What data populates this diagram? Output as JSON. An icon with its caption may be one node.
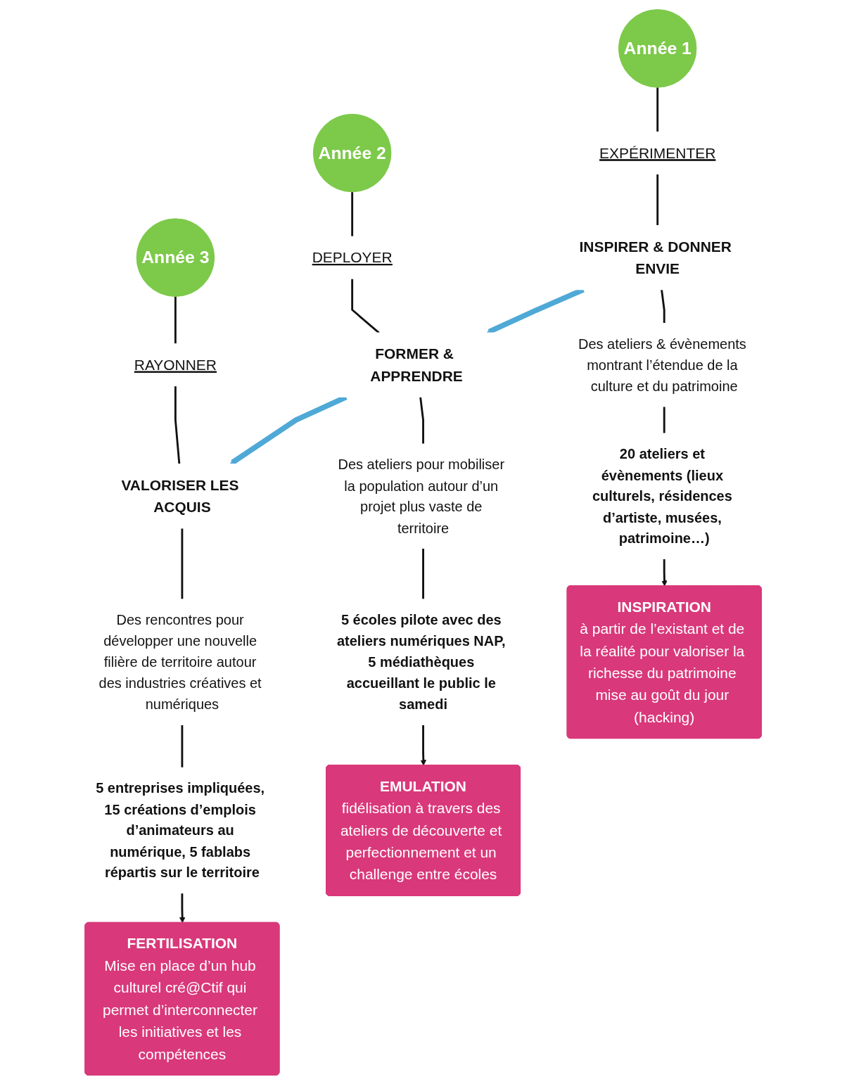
{
  "diagram": {
    "nodes": [
      {
        "text": [
          "Année 1"
        ]
      },
      {
        "text": [
          "Année 2"
        ]
      },
      {
        "text": [
          "Année 3"
        ]
      },
      {
        "text": [
          "EXPÉRIMENTER"
        ]
      },
      {
        "text": [
          "DEPLOYER"
        ]
      },
      {
        "text": [
          "RAYONNER"
        ]
      },
      {
        "text": [
          "INSPIRER & DONNER ENVIE"
        ]
      },
      {
        "text": [
          "FORMER & APPRENDRE"
        ]
      },
      {
        "text": [
          "VALORISER LES ACQUIS"
        ]
      },
      {
        "text": [
          "Des ateliers & évènements montrant l’étendue de la culture et du patrimoine"
        ]
      },
      {
        "text": [
          "Des ateliers pour mobiliser la population autour d’un projet plus vaste de territoire"
        ]
      },
      {
        "text": [
          "Des rencontres pour développer une nouvelle filière de territoire autour des industries créatives et numériques"
        ]
      },
      {
        "text": [
          "20 ateliers et évènements (lieux culturels, résidences d’artiste, musées, patrimoine…)"
        ]
      },
      {
        "text": [
          "5 écoles pilote avec des ateliers numériques NAP, 5 médiathèques accueillant le public le samedi"
        ]
      },
      {
        "text": [
          "5 entreprises impliquées, 15 créations d’emplois d’animateurs au numérique, 5 fablabs répartis sur le territoire"
        ]
      },
      {
        "text": [
          "INSPIRATION",
          "à partir de l’existant et de la réalité pour valoriser la richesse du patrimoine mise au goût du jour (hacking)"
        ]
      },
      {
        "text": [
          "EMULATION",
          "fidélisation à travers des ateliers de découverte et perfectionnement et un challenge entre écoles"
        ]
      },
      {
        "text": [
          "FERTILISATION",
          "Mise en place d’un hub culturel cré@Ctif qui permet d’interconnecter les initiatives et les compétences"
        ]
      }
    ],
    "edges": [
      {
        "from": 0,
        "to": 3,
        "arrow": "none"
      },
      {
        "from": 3,
        "to": 6,
        "arrow": "none"
      },
      {
        "from": 6,
        "to": 9,
        "arrow": "none"
      },
      {
        "from": 9,
        "to": 12,
        "arrow": "none"
      },
      {
        "from": 12,
        "to": 15,
        "arrow": "to"
      },
      {
        "from": 1,
        "to": 4,
        "arrow": "none"
      },
      {
        "from": 4,
        "to": 7,
        "arrow": "none"
      },
      {
        "from": 7,
        "to": 10,
        "arrow": "none"
      },
      {
        "from": 10,
        "to": 13,
        "arrow": "none"
      },
      {
        "from": 13,
        "to": 16,
        "arrow": "to"
      },
      {
        "from": 2,
        "to": 5,
        "arrow": "none"
      },
      {
        "from": 5,
        "to": 8,
        "arrow": "none"
      },
      {
        "from": 8,
        "to": 11,
        "arrow": "none"
      },
      {
        "from": 11,
        "to": 14,
        "arrow": "none"
      },
      {
        "from": 14,
        "to": 17,
        "arrow": "to"
      },
      {
        "from": 6,
        "to": 7,
        "arrow": "to",
        "style": "thick",
        "color": "#4fa9d6"
      },
      {
        "from": 7,
        "to": 8,
        "arrow": "to",
        "style": "thick",
        "color": "#4fa9d6"
      }
    ]
  }
}
